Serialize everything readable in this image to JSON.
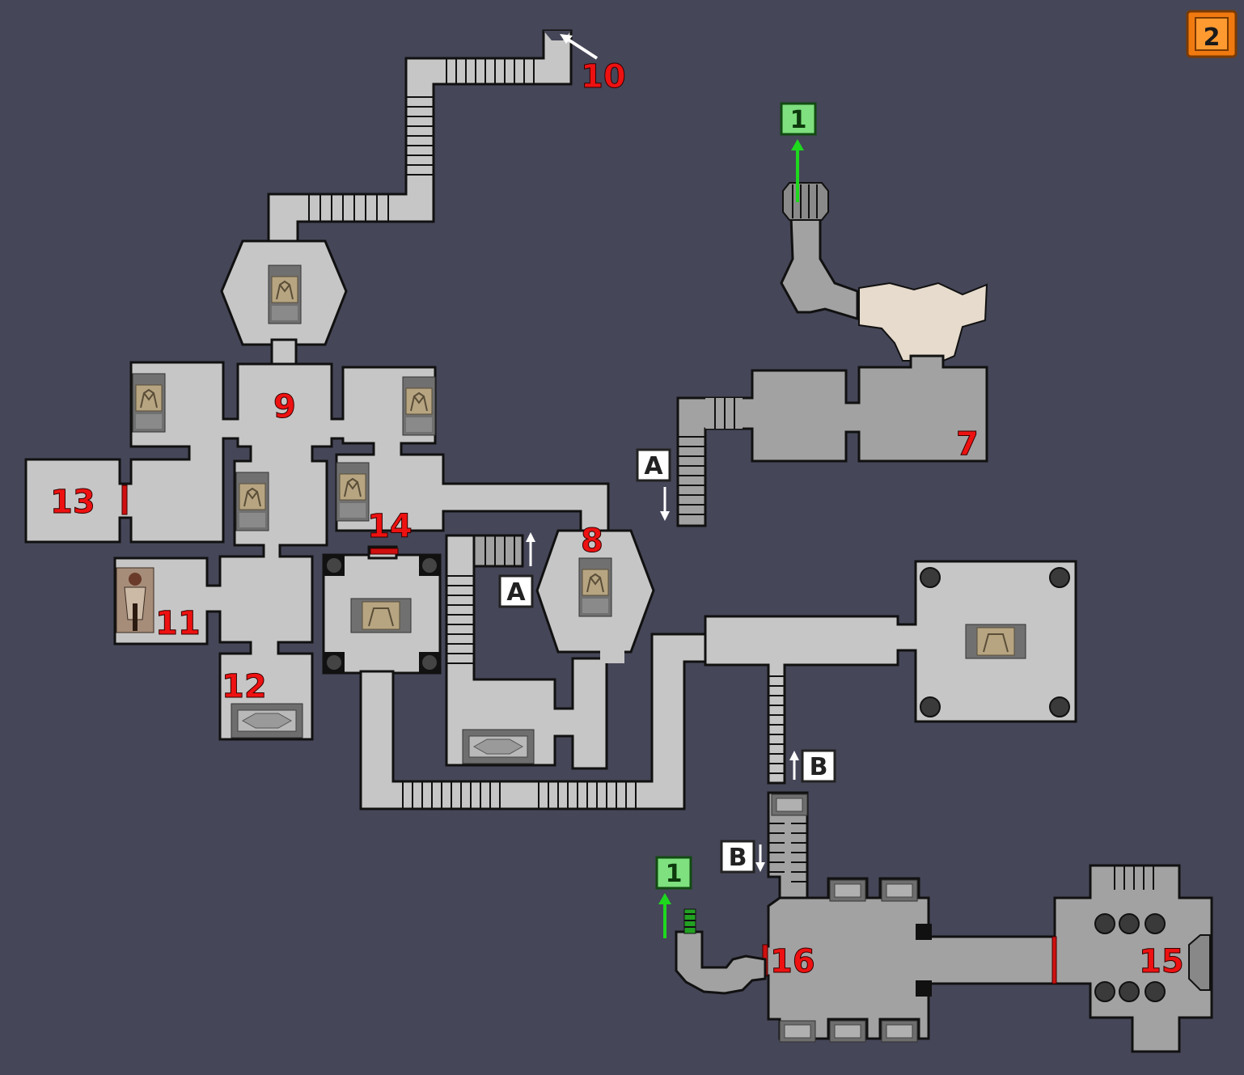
{
  "map_badge": "2",
  "room_labels": {
    "r7": "7",
    "r8": "8",
    "r9": "9",
    "r10": "10",
    "r11": "11",
    "r12": "12",
    "r13": "13",
    "r14": "14",
    "r15": "15",
    "r16": "16"
  },
  "connectors": {
    "exit_top": "1",
    "exit_bottom": "1",
    "a_upper": "A",
    "a_lower": "A",
    "b_upper": "B",
    "b_lower": "B"
  },
  "colors": {
    "background": "#454658",
    "floor": "#c6c6c6",
    "floor_dark": "#a2a2a2",
    "label_red": "#e11111",
    "exit_green": "#22c722",
    "badge_orange": "#f07a10"
  }
}
